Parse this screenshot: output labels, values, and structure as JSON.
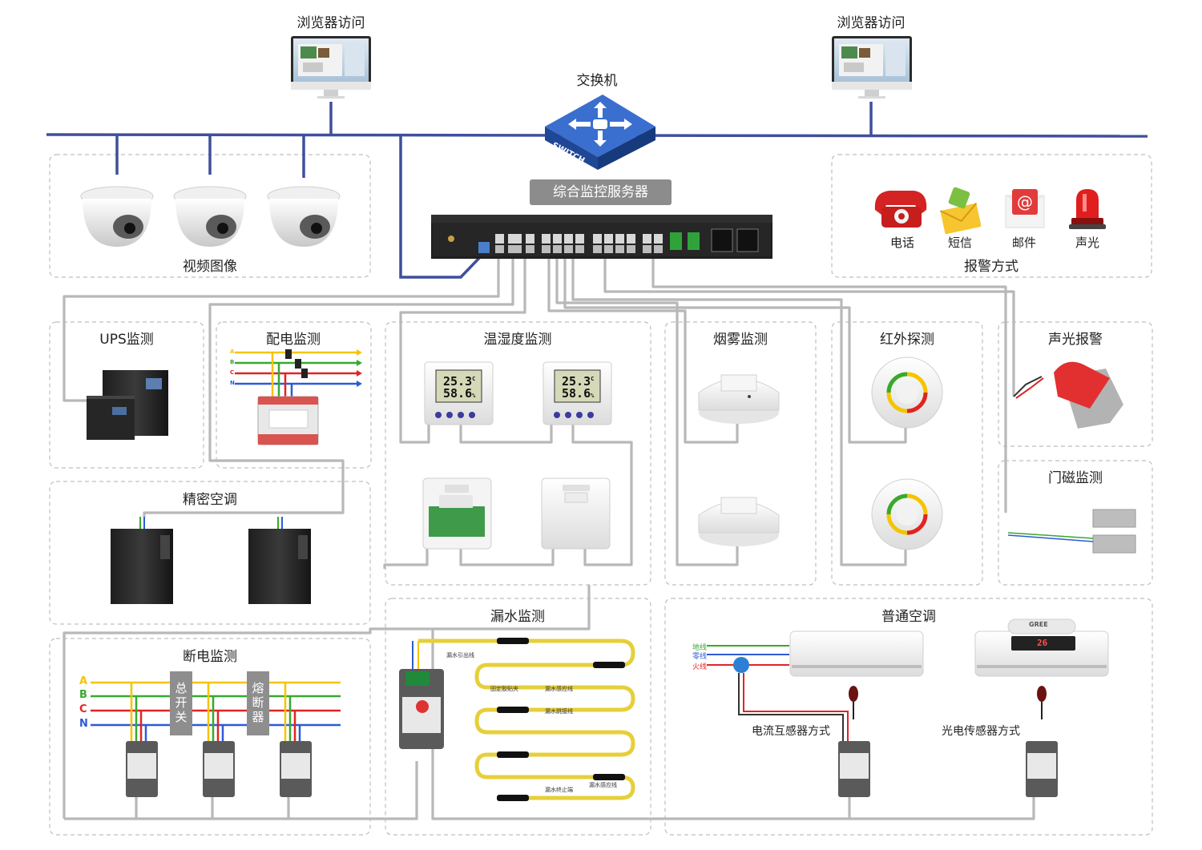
{
  "top": {
    "browser_left_label": "浏览器访问",
    "browser_right_label": "浏览器访问",
    "switch_label": "交换机",
    "switch_badge": "SWITCH",
    "server_label": "综合监控服务器"
  },
  "alarm": {
    "title": "报警方式",
    "items": [
      {
        "label": "电话",
        "icon": "phone-icon"
      },
      {
        "label": "短信",
        "icon": "sms-icon"
      },
      {
        "label": "邮件",
        "icon": "email-icon"
      },
      {
        "label": "声光",
        "icon": "siren-icon"
      }
    ]
  },
  "sections": {
    "video": "视频图像",
    "ups": "UPS监测",
    "power_dist": "配电监测",
    "temp_humidity": "温湿度监测",
    "smoke": "烟雾监测",
    "infrared": "红外探测",
    "sound_light": "声光报警",
    "door": "门磁监测",
    "precision_ac": "精密空调",
    "power_off": "断电监测",
    "water_leak": "漏水监测",
    "normal_ac": "普通空调"
  },
  "temp_display": {
    "temp": "25.3",
    "temp_unit": "C",
    "humidity": "58.6",
    "humidity_unit": "%"
  },
  "power_dist_phases": [
    "A",
    "B",
    "C",
    "N"
  ],
  "power_off": {
    "phases": [
      "A",
      "B",
      "C",
      "N"
    ],
    "main_switch": "总开关",
    "fuse": "熔断器"
  },
  "water_leak": {
    "lead_wire": "漏水引出线",
    "fixing_clip": "固定胶贴夹",
    "sensing_wire_1": "漏水感应线",
    "jumper_wire": "漏水跳接线",
    "end_terminal": "漏水终止端",
    "sensing_wire_2": "漏水感应线"
  },
  "normal_ac": {
    "ground": "地线",
    "neutral": "零线",
    "live": "火线",
    "method_ct": "电流互感器方式",
    "method_photo": "光电传感器方式",
    "brand": "GREE",
    "display": "26"
  },
  "colors": {
    "network_line": "#3f4f9c",
    "cable": "#b8b8b8",
    "phase_a": "#f5c400",
    "phase_b": "#37a92e",
    "phase_c": "#e02424",
    "phase_n": "#2d5bd6",
    "server_label_bg": "#8c8c8c",
    "dashed_border": "#bfbfbf"
  }
}
